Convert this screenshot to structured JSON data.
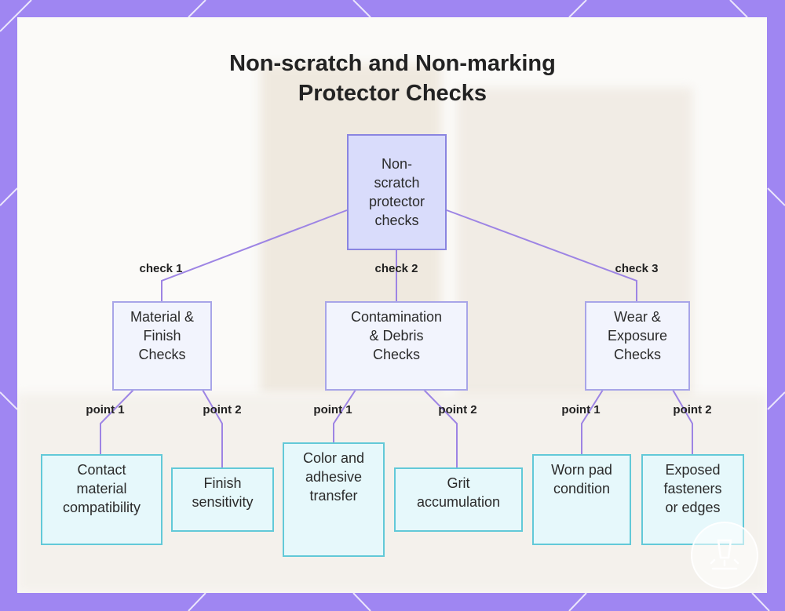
{
  "title": {
    "line1": "Non-scratch and Non-marking",
    "line2": "Protector Checks"
  },
  "root": {
    "label": "Non-\nscratch\nprotector\nchecks"
  },
  "groups": [
    {
      "label": "Material &\nFinish\nChecks",
      "edge": "check 1"
    },
    {
      "label": "Contamination\n& Debris\nChecks",
      "edge": "check 2"
    },
    {
      "label": "Wear &\nExposure\nChecks",
      "edge": "check 3"
    }
  ],
  "points": [
    {
      "label": "Contact\nmaterial\ncompatibility",
      "edge": "point 1"
    },
    {
      "label": "Finish\nsensitivity",
      "edge": "point 2"
    },
    {
      "label": "Color and\nadhesive\ntransfer",
      "edge": "point 1"
    },
    {
      "label": "Grit\naccumulation",
      "edge": "point 2"
    },
    {
      "label": "Worn pad\ncondition",
      "edge": "point 1"
    },
    {
      "label": "Exposed\nfasteners\nor edges",
      "edge": "point 2"
    }
  ],
  "colors": {
    "frame": "#9f86f2",
    "connector": "#9d84e4",
    "root_fill": "#d9dcfb",
    "group_fill": "#f2f4fd",
    "leaf_fill": "#e6f8fb",
    "leaf_border": "#62c9d8"
  }
}
